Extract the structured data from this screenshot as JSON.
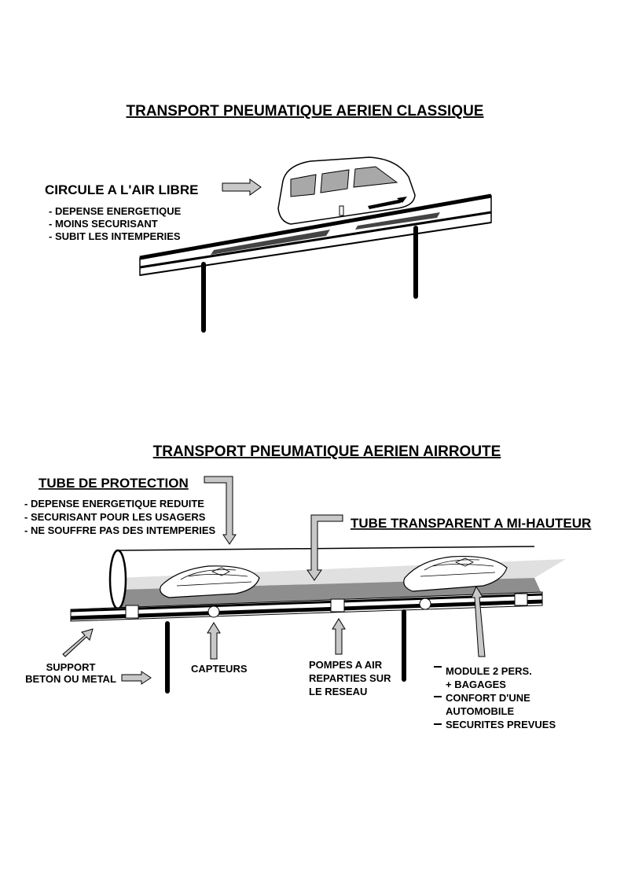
{
  "section1": {
    "title": "TRANSPORT PNEUMATIQUE AERIEN CLASSIQUE",
    "heading": "CIRCULE A L'AIR LIBRE",
    "bullets": [
      "- DEPENSE ENERGETIQUE",
      "- MOINS SECURISANT",
      "- SUBIT LES INTEMPERIES"
    ]
  },
  "section2": {
    "title": "TRANSPORT PNEUMATIQUE AERIEN AIRROUTE",
    "tube_heading": "TUBE DE PROTECTION",
    "tube_bullets": [
      "- DEPENSE ENERGETIQUE REDUITE",
      "- SECURISANT POUR LES USAGERS",
      "- NE SOUFFRE PAS DES INTEMPERIES"
    ],
    "transparent_label": "TUBE TRANSPARENT A MI-HAUTEUR",
    "support_lines": [
      "SUPPORT",
      "BETON OU METAL"
    ],
    "sensors_label": "CAPTEURS",
    "pumps_lines": [
      "POMPES A AIR",
      "REPARTIES SUR",
      "LE RESEAU"
    ],
    "module_lines": [
      "MODULE 2 PERS.",
      "+ BAGAGES",
      "CONFORT D'UNE",
      "AUTOMOBILE",
      "SECURITES PREVUES"
    ]
  }
}
